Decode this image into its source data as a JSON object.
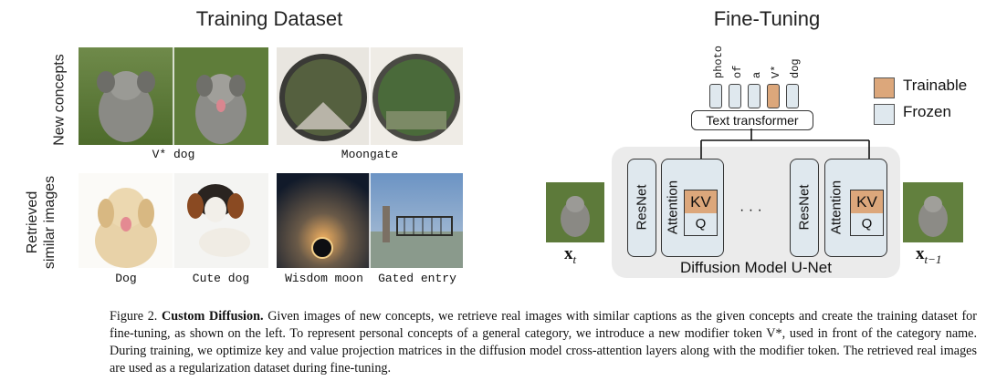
{
  "training_title": "Training Dataset",
  "finetune_title": "Fine-Tuning",
  "row_labels": {
    "new_concepts": "New concepts",
    "retrieved_line1": "Retrieved",
    "retrieved_line2": "similar images"
  },
  "captions": {
    "v_dog": "V* dog",
    "moongate": "Moongate",
    "dog": "Dog",
    "cute_dog": "Cute dog",
    "wisdom_moon": "Wisdom moon",
    "gated_entry": "Gated entry"
  },
  "tokens": [
    "photo",
    "of",
    "a",
    "V*",
    "dog"
  ],
  "text_transformer": "Text transformer",
  "legend": {
    "trainable": "Trainable",
    "frozen": "Frozen"
  },
  "blocks": {
    "resnet": "ResNet",
    "attention": "Attention",
    "kv": "KV",
    "q": "Q",
    "ellipsis": "· · ·"
  },
  "unet_label": "Diffusion Model U-Net",
  "xt": "x",
  "xt_sub": "t",
  "xt1_sub": "t−1",
  "colors": {
    "trainable": "#dca77b",
    "frozen": "#dfe8ee",
    "panel": "#ebebeb"
  },
  "figure_caption": {
    "label": "Figure 2.",
    "bold": "Custom Diffusion.",
    "text": "Given images of new concepts, we retrieve real images with similar captions as the given concepts and create the training dataset for fine-tuning, as shown on the left. To represent personal concepts of a general category, we introduce a new modifier token V*, used in front of the category name. During training, we optimize key and value projection matrices in the diffusion model cross-attention layers along with the modifier token. The retrieved real images are used as a regularization dataset during fine-tuning."
  }
}
